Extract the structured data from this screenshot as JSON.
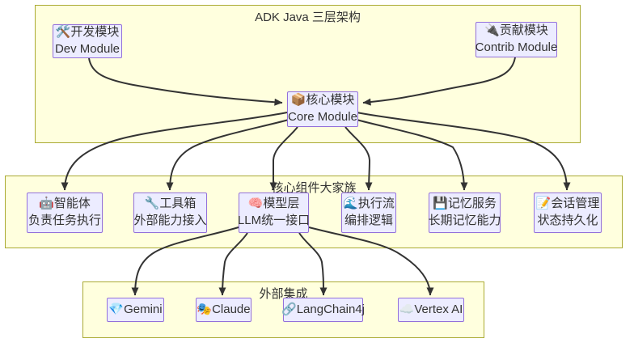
{
  "colors": {
    "cluster_fill": "#ffffde",
    "cluster_border": "#aaaa33",
    "node_fill": "#ECECFF",
    "node_border": "#9370DB",
    "edge": "#333333",
    "text": "#333333"
  },
  "clusters": {
    "top": {
      "title": "ADK Java 三层架构"
    },
    "middle": {
      "title": "核心组件大家族"
    },
    "bottom": {
      "title": "外部集成"
    }
  },
  "nodes": {
    "dev": {
      "icon": "🛠️",
      "icon_name": "hammer-wrench-icon",
      "title": "开发模块",
      "subtitle": "Dev Module"
    },
    "contrib": {
      "icon": "🔌",
      "icon_name": "plug-icon",
      "title": "贡献模块",
      "subtitle": "Contrib Module"
    },
    "core": {
      "icon": "📦",
      "icon_name": "package-icon",
      "title": "核心模块",
      "subtitle": "Core Module"
    },
    "agent": {
      "icon": "🤖",
      "icon_name": "robot-icon",
      "title": "智能体",
      "subtitle": "负责任务执行"
    },
    "tools": {
      "icon": "🔧",
      "icon_name": "wrench-icon",
      "title": "工具箱",
      "subtitle": "外部能力接入"
    },
    "models": {
      "icon": "🧠",
      "icon_name": "brain-icon",
      "title": "模型层",
      "subtitle": "LLM统一接口"
    },
    "flows": {
      "icon": "🌊",
      "icon_name": "wave-icon",
      "title": "执行流",
      "subtitle": "编排逻辑"
    },
    "memory": {
      "icon": "💾",
      "icon_name": "floppy-disk-icon",
      "title": "记忆服务",
      "subtitle": "长期记忆能力"
    },
    "sessions": {
      "icon": "📝",
      "icon_name": "memo-icon",
      "title": "会话管理",
      "subtitle": "状态持久化"
    },
    "gemini": {
      "icon": "💎",
      "icon_name": "gem-icon",
      "title": "Gemini"
    },
    "claude": {
      "icon": "🎭",
      "icon_name": "masks-icon",
      "title": "Claude"
    },
    "langchain4j": {
      "icon": "🔗",
      "icon_name": "link-icon",
      "title": "LangChain4j"
    },
    "vertex": {
      "icon": "☁️",
      "icon_name": "cloud-icon",
      "title": "Vertex AI"
    }
  },
  "edges": [
    {
      "from": "dev",
      "to": "core"
    },
    {
      "from": "contrib",
      "to": "core"
    },
    {
      "from": "core",
      "to": "agent"
    },
    {
      "from": "core",
      "to": "tools"
    },
    {
      "from": "core",
      "to": "models"
    },
    {
      "from": "core",
      "to": "flows"
    },
    {
      "from": "core",
      "to": "memory"
    },
    {
      "from": "core",
      "to": "sessions"
    },
    {
      "from": "models",
      "to": "gemini"
    },
    {
      "from": "models",
      "to": "claude"
    },
    {
      "from": "models",
      "to": "langchain4j"
    },
    {
      "from": "models",
      "to": "vertex"
    }
  ]
}
